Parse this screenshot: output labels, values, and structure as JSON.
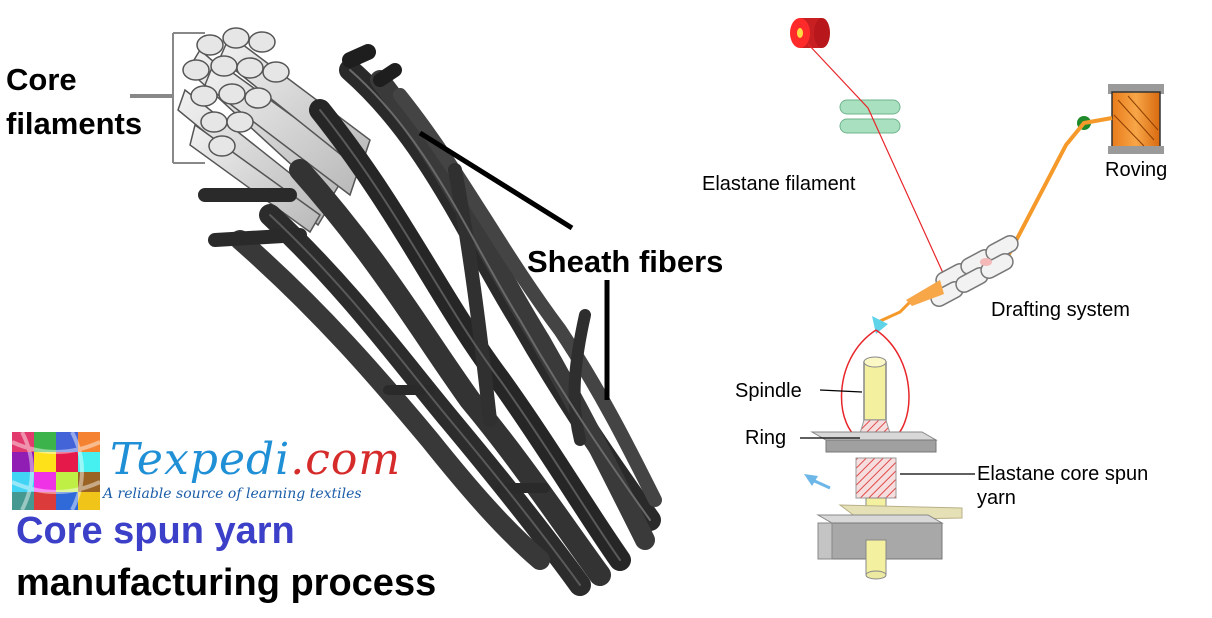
{
  "left_panel": {
    "core_label": "Core\nfilaments",
    "sheath_label": "Sheath fibers"
  },
  "right_panel": {
    "elastane_filament": "Elastane filament",
    "roving": "Roving",
    "drafting_system": "Drafting system",
    "spindle": "Spindle",
    "ring": "Ring",
    "core_spun_yarn": "Elastane core spun\nyarn"
  },
  "logo": {
    "name_part1": "Texpedi",
    "name_part2": ".com",
    "tagline": "A reliable source of learning textiles"
  },
  "title": {
    "line1": "Core spun yarn",
    "line2": "manufacturing process"
  },
  "colors": {
    "title_blue": "#3c3fc7",
    "filament_red": "#e8262a",
    "roving_orange": "#f59a2a",
    "guide_green": "#9ad9b4",
    "spindle_yellow": "#f3f0a0",
    "ring_stripe": "#e04a4a"
  }
}
